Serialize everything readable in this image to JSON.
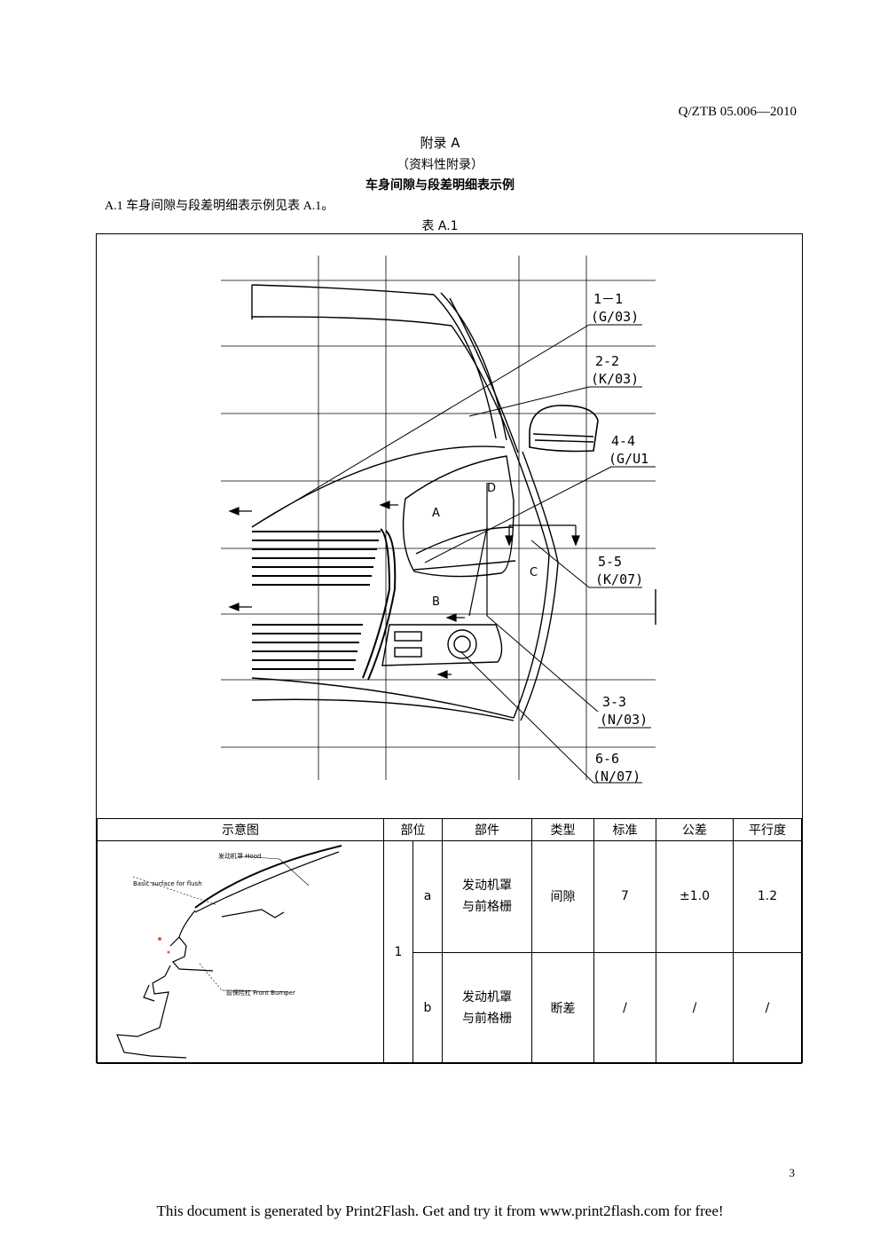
{
  "header": {
    "doc_code": "Q/ZTB  05.006—2010"
  },
  "appendix": {
    "title": "附录 A",
    "subtitle": "（资料性附录）",
    "heading": "车身间隙与段差明细表示例"
  },
  "clause": "A.1    车身间隙与段差明细表示例见表 A.1。",
  "table_caption": "表 A.1",
  "drawing": {
    "callouts": [
      {
        "name": "callout-1-1",
        "section": "1－1",
        "spec": "(G/03)"
      },
      {
        "name": "callout-2-2",
        "section": "2-2",
        "spec": "(K/03)"
      },
      {
        "name": "callout-4-4",
        "section": "4-4",
        "spec": "(G/U1"
      },
      {
        "name": "callout-5-5",
        "section": "5-5",
        "spec": "(K/07)"
      },
      {
        "name": "callout-3-3",
        "section": "3-3",
        "spec": "(N/03)"
      },
      {
        "name": "callout-6-6",
        "section": "6-6",
        "spec": "(N/07)"
      }
    ],
    "view_letters": {
      "a": "A",
      "b": "B",
      "c": "C",
      "d": "D"
    }
  },
  "table": {
    "headers": [
      "示意图",
      "部位",
      "部件",
      "类型",
      "标准",
      "公差",
      "平行度"
    ],
    "position_number": "1",
    "rows": [
      {
        "sub": "a",
        "part_line1": "发动机罩",
        "part_line2": "与前格栅",
        "type": "间隙",
        "standard": "7",
        "tolerance": "±1.0",
        "parallelism": "1.2"
      },
      {
        "sub": "b",
        "part_line1": "发动机罩",
        "part_line2": "与前格栅",
        "type": "断差",
        "standard": "/",
        "tolerance": "/",
        "parallelism": "/"
      }
    ],
    "sketch_labels": {
      "hood": "发动机罩 Hood",
      "basic_surface": "Basic surface for flush",
      "bumper": "前保险杠 Front Bumper"
    }
  },
  "page_number": "3",
  "footer": "This document is generated by Print2Flash. Get and try it from www.print2flash.com for free!"
}
